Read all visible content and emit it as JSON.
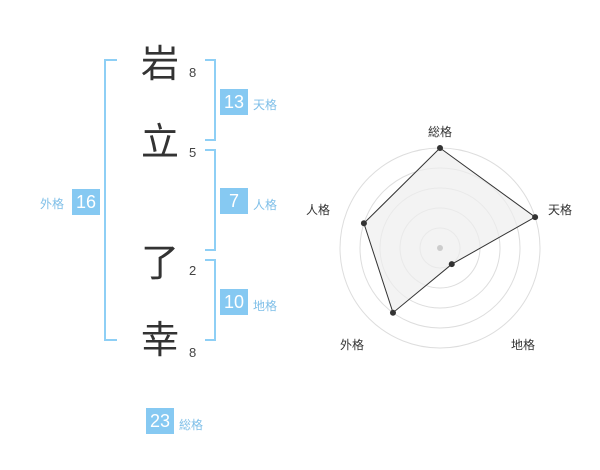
{
  "name": {
    "chars": [
      {
        "char": "岩",
        "strokes": "8"
      },
      {
        "char": "立",
        "strokes": "5"
      },
      {
        "char": "了",
        "strokes": "2"
      },
      {
        "char": "幸",
        "strokes": "8"
      }
    ]
  },
  "fortunes": {
    "tenkaku": {
      "value": "13",
      "label": "天格"
    },
    "jinkaku": {
      "value": "7",
      "label": "人格"
    },
    "chikaku": {
      "value": "10",
      "label": "地格"
    },
    "gaikaku": {
      "value": "16",
      "label": "外格"
    },
    "soukaku": {
      "value": "23",
      "label": "総格"
    }
  },
  "radar": {
    "axes": [
      "総格",
      "天格",
      "地格",
      "外格",
      "人格"
    ],
    "values": [
      1.0,
      1.0,
      0.2,
      0.8,
      0.8
    ]
  },
  "colors": {
    "accent": "#86c9f2",
    "bracket": "#8ecff5",
    "label": "#7fbfe8",
    "radar_fill": "#eeeeee",
    "radar_stroke": "#333333"
  }
}
